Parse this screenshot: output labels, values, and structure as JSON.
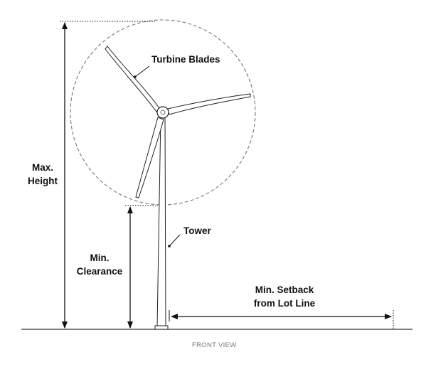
{
  "labels": {
    "turbine_blades": "Turbine Blades",
    "max_height_line1": "Max.",
    "max_height_line2": "Height",
    "tower": "Tower",
    "min_clearance_line1": "Min.",
    "min_clearance_line2": "Clearance",
    "min_setback_line1": "Min. Setback",
    "min_setback_line2": "from Lot Line"
  },
  "caption": "FRONT VIEW",
  "colors": {
    "line": "#111111",
    "dashed_circle": "#777777",
    "ground": "#333333",
    "caption": "#7a7a7a"
  }
}
